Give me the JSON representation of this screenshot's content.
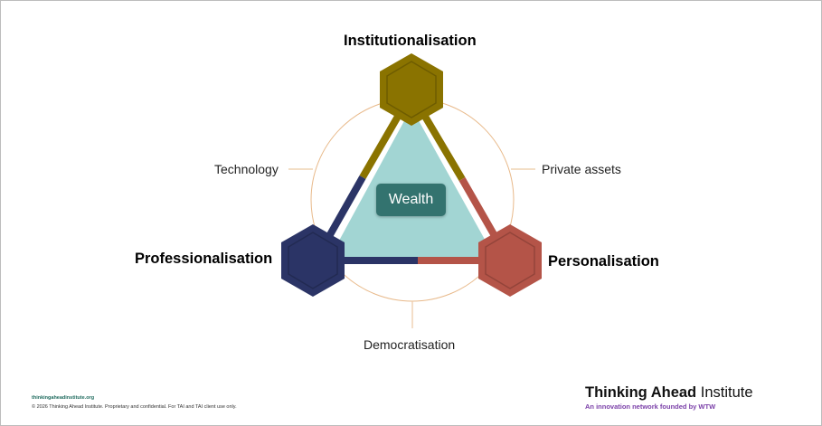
{
  "diagram": {
    "center_label": "Wealth",
    "nodes": [
      {
        "label": "Institutionalisation",
        "color": "#8a7300"
      },
      {
        "label": "Professionalisation",
        "color": "#2b3466"
      },
      {
        "label": "Personalisation",
        "color": "#b45448"
      }
    ],
    "drivers": {
      "left": "Technology",
      "right": "Private assets",
      "bottom": "Democratisation"
    },
    "fill_color": "#a2d5d3",
    "circle_color": "#e8b98a"
  },
  "footer": {
    "website": "thinkingaheadinstitute.org",
    "copyright": "© 2026 Thinking Ahead Institute. Proprietary and confidential. For TAI and TAI client use only."
  },
  "logo": {
    "name_bold": "Thinking Ahead",
    "name_regular": "Institute",
    "tagline": "An innovation network founded by WTW"
  }
}
